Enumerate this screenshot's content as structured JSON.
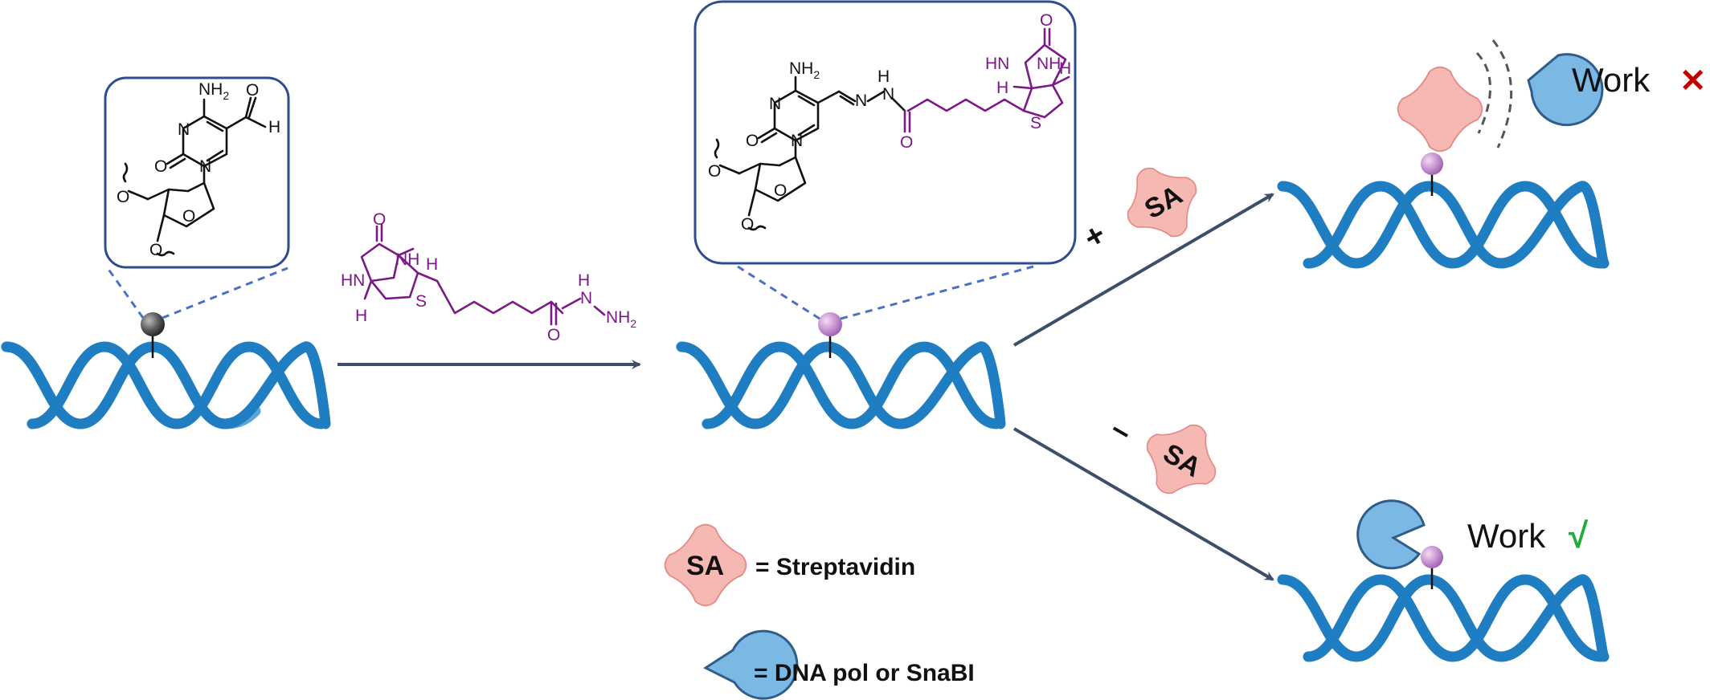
{
  "reagent": {
    "nh": "NH",
    "hn": "HN",
    "h_top": "H",
    "h_bottom": "H",
    "s": "S",
    "o": "O",
    "h_hydrazide": "H",
    "n_hydrazide": "N",
    "nh2": "NH",
    "nh2_sub": "2"
  },
  "box1": {
    "nh2": "NH",
    "nh2_sub": "2",
    "n3": "N",
    "n1": "N",
    "o_carbonyl": "O",
    "o_formyl": "O",
    "h_formyl": "H",
    "o5": "O",
    "o_ring": "O",
    "o3": "O"
  },
  "box2": {
    "nh2": "NH",
    "nh2_sub": "2",
    "n3": "N",
    "n1": "N",
    "o_carbonyl": "O",
    "n_imine": "N",
    "h_hydrazone": "H",
    "n_hydrazone": "N",
    "o_amide": "O",
    "o5": "O",
    "o_ring": "O",
    "o3": "O",
    "biotin_o": "O",
    "biotin_hn": "HN",
    "biotin_nh": "NH",
    "biotin_h_left": "H",
    "biotin_h_right": "H",
    "biotin_s": "S"
  },
  "signs": {
    "plus": "+",
    "minus": "–"
  },
  "sa_label": "SA",
  "outcomes": {
    "blocked_text": "Work",
    "blocked_mark": "✕",
    "working_text": "Work",
    "working_mark": "√"
  },
  "legend": {
    "sa_label": "SA",
    "sa_text": "= Streptavidin",
    "pol_text": "= DNA pol or SnaBI"
  },
  "colors": {
    "helix": "#1f7dc1",
    "arrow": "#3d4e6a",
    "box_border": "#2f4d8e",
    "biotin": "#7b1a87",
    "streptavidin": "#f6b8b2",
    "polymerase": "#7cb8e4",
    "cross": "#c00000",
    "check": "#1fae3b"
  }
}
